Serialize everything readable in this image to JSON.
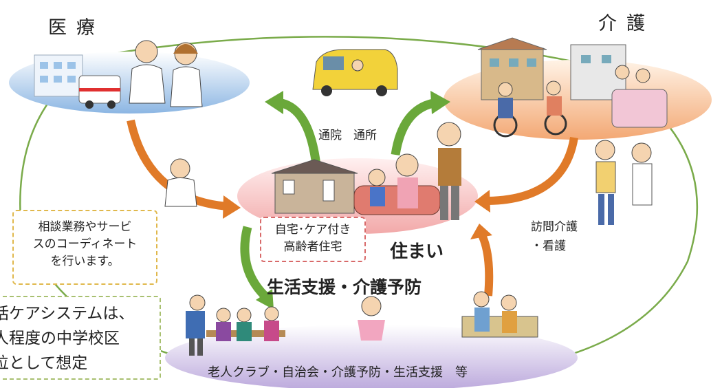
{
  "titles": {
    "medical": "医療",
    "care": "介護"
  },
  "labels": {
    "commute": "通院　通所",
    "home_line1": "自宅･ケア付き",
    "home_line2": "高齢者住宅",
    "housing": "住まい",
    "living_support": "生活支援・介護予防",
    "visit_line1": "訪問介護",
    "visit_line2": "・看護",
    "bottom": "老人クラブ・自治会・介護予防・生活支援　等"
  },
  "notes": {
    "consult": [
      "相談業務やサービ",
      "スのコーディネート",
      "を行います。"
    ],
    "system": [
      "括ケアシステムは、",
      "人程度の中学校区",
      "位として想定"
    ]
  },
  "colors": {
    "medical_ellipse": "#9fc2e8",
    "care_ellipse": "#f6bc8e",
    "home_ellipse": "#f7c2c2",
    "community_ellipse": "#c9b9e2",
    "green_arrow": "#6aa83a",
    "orange_arrow": "#e07a28",
    "outer_line": "#7aab4a"
  }
}
